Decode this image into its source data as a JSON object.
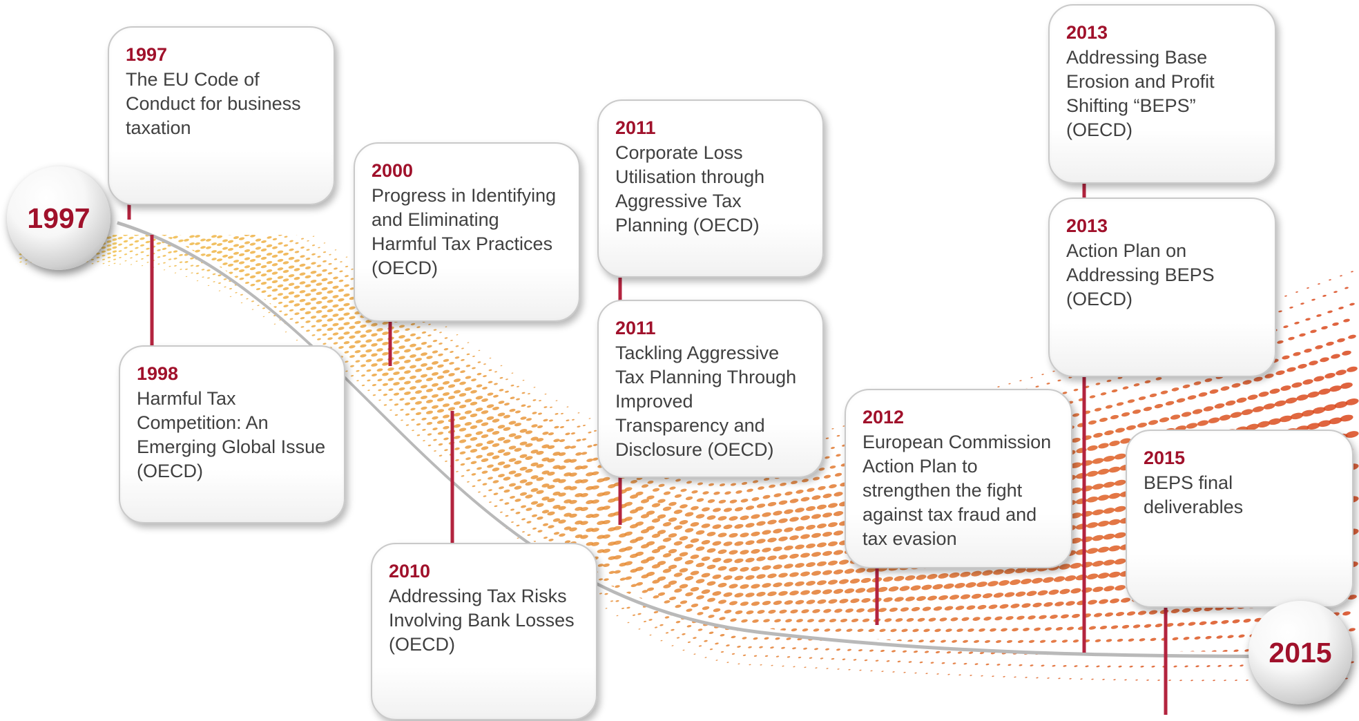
{
  "start_marker": "1997",
  "end_marker": "2015",
  "colors": {
    "accent": "#a0112b",
    "connector": "#b3243f",
    "body_text": "#404040",
    "dots_light": "#f3c94f",
    "dots_dark": "#d9471c"
  },
  "events": [
    {
      "year": "1997",
      "text": "The EU Code of Conduct for business taxation"
    },
    {
      "year": "1998",
      "text": "Harmful Tax Competition: An Emerging Global Issue (OECD)"
    },
    {
      "year": "2000",
      "text": "Progress in Identifying and Eliminating Harmful Tax Practices (OECD)"
    },
    {
      "year": "2010",
      "text": "Addressing Tax Risks Involving Bank Losses (OECD)"
    },
    {
      "year": "2011",
      "text": "Corporate Loss Utilisation through Aggressive Tax Planning (OECD)"
    },
    {
      "year": "2011",
      "text": "Tackling Aggressive Tax Planning Through Improved Transparency and Disclosure (OECD)"
    },
    {
      "year": "2012",
      "text": "European Commission Action Plan to strengthen the fight against tax fraud and tax evasion"
    },
    {
      "year": "2013",
      "text": "Addressing Base Erosion and Profit Shifting “BEPS” (OECD)"
    },
    {
      "year": "2013",
      "text": "Action Plan on Addressing BEPS (OECD)"
    },
    {
      "year": "2015",
      "text": "BEPS final deliverables"
    }
  ]
}
